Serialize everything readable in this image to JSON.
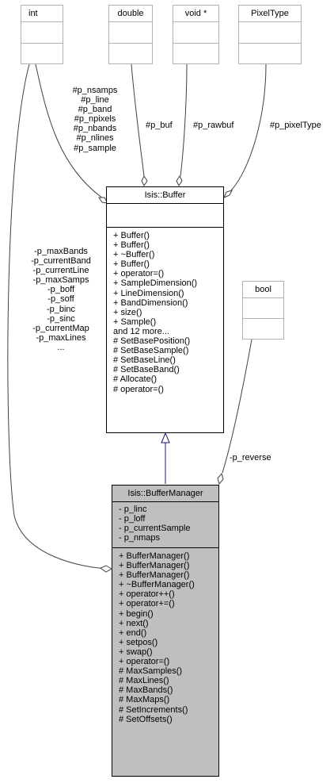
{
  "boxes": {
    "int": {
      "title": "int"
    },
    "double": {
      "title": "double"
    },
    "void_ptr": {
      "title": "void *"
    },
    "pixel_type": {
      "title": "PixelType"
    },
    "bool": {
      "title": "bool"
    },
    "buffer": {
      "title": "Isis::Buffer",
      "methods": [
        "+ Buffer()",
        "+ Buffer()",
        "+ ~Buffer()",
        "+ Buffer()",
        "+ operator=()",
        "+ SampleDimension()",
        "+ LineDimension()",
        "+ BandDimension()",
        "+ size()",
        "+ Sample()",
        "and 12 more...",
        "# SetBasePosition()",
        "# SetBaseSample()",
        "# SetBaseLine()",
        "# SetBaseBand()",
        "# Allocate()",
        "# operator=()"
      ]
    },
    "buffer_manager": {
      "title": "Isis::BufferManager",
      "attributes": [
        "- p_linc",
        "- p_loff",
        "- p_currentSample",
        "- p_nmaps"
      ],
      "methods": [
        "+ BufferManager()",
        "+ BufferManager()",
        "+ BufferManager()",
        "+ ~BufferManager()",
        "+ operator++()",
        "+ operator+=()",
        "+ begin()",
        "+ next()",
        "+ end()",
        "+ setpos()",
        "+ swap()",
        "+ operator=()",
        "# MaxSamples()",
        "# MaxLines()",
        "# MaxBands()",
        "# MaxMaps()",
        "# SetIncrements()",
        "# SetOffsets()"
      ]
    }
  },
  "edge_labels": {
    "int_to_buffer": [
      "#p_nsamps",
      "#p_line",
      "#p_band",
      "#p_npixels",
      "#p_nbands",
      "#p_nlines",
      "#p_sample"
    ],
    "double_to_buffer": [
      "#p_buf"
    ],
    "void_to_buffer": [
      "#p_rawbuf"
    ],
    "pixeltype_to_buffer": [
      "#p_pixelType"
    ],
    "int_to_buffer_manager": [
      "-p_maxBands",
      "-p_currentBand",
      "-p_currentLine",
      "-p_maxSamps",
      "-p_boff",
      "-p_soff",
      "-p_binc",
      "-p_sinc",
      "-p_currentMap",
      "-p_maxLines",
      "..."
    ],
    "bool_to_buffer_manager": [
      "-p_reverse"
    ]
  },
  "colors": {
    "inheritance_arrow": "#191970",
    "association_edge": "#404040",
    "focus_fill": "#bfbfbf",
    "external_border": "#b0b0b0"
  }
}
